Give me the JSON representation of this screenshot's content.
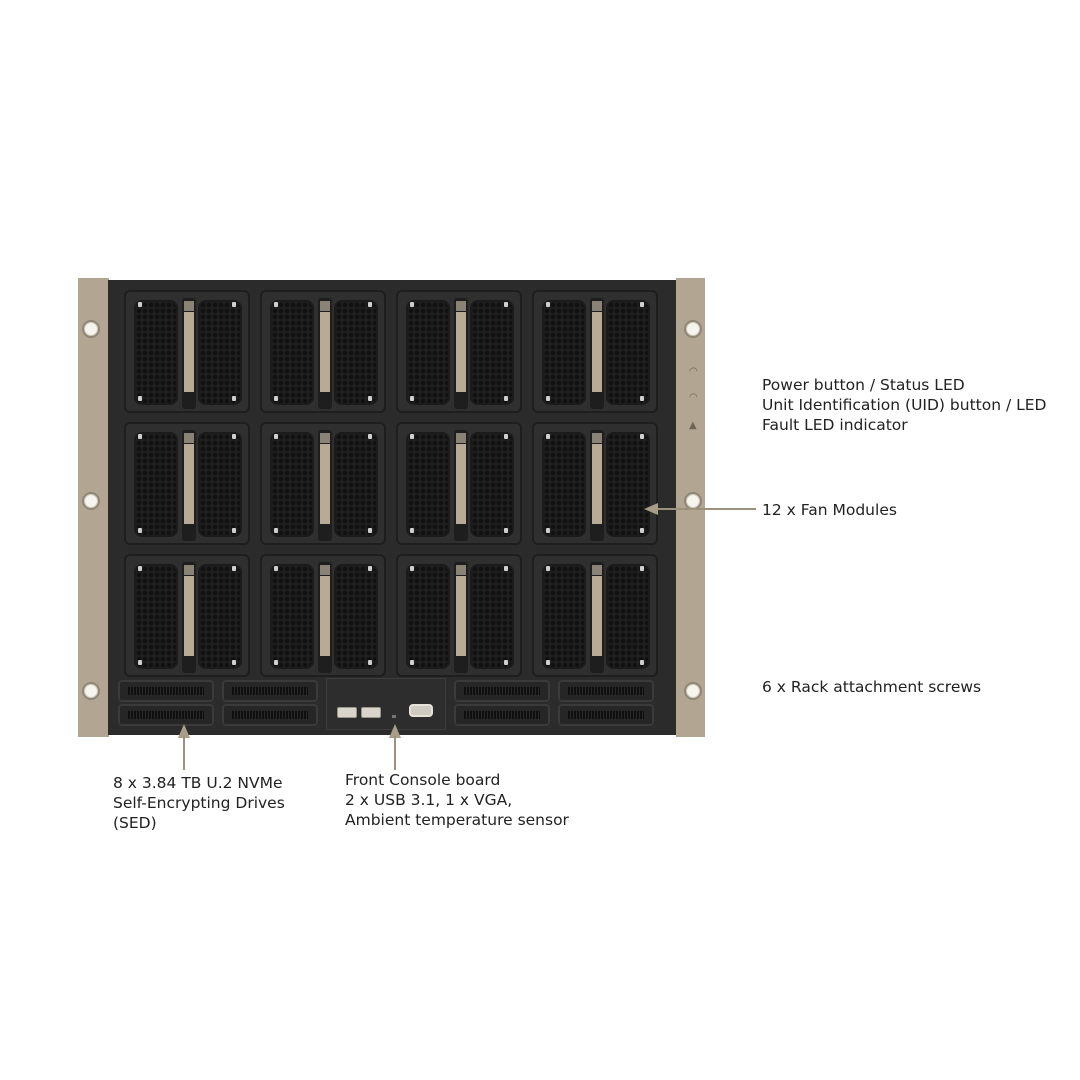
{
  "diagram": {
    "subject": "Server front panel",
    "colors": {
      "rack_ear": "#b2a692",
      "chassis": "#2b2b2b",
      "leader_line": "#9c917d",
      "text": "#222222"
    },
    "callouts": {
      "controls": {
        "lines": [
          "Power button / Status LED",
          "Unit Identification (UID) button / LED",
          "Fault LED indicator"
        ]
      },
      "fans": {
        "lines": [
          "12 x Fan Modules"
        ]
      },
      "screws": {
        "lines": [
          "6 x Rack attachment screws"
        ]
      },
      "drives": {
        "lines": [
          "8 x 3.84 TB U.2 NVMe",
          "Self-Encrypting Drives",
          "(SED)"
        ]
      },
      "console": {
        "lines": [
          "Front Console board",
          "2 x USB 3.1, 1 x VGA,",
          "Ambient temperature sensor"
        ]
      }
    },
    "components": {
      "fan_rows": 3,
      "fan_columns": 4,
      "drive_count": 8,
      "usb_ports": 2,
      "vga_ports": 1,
      "rack_screws": 6
    }
  }
}
